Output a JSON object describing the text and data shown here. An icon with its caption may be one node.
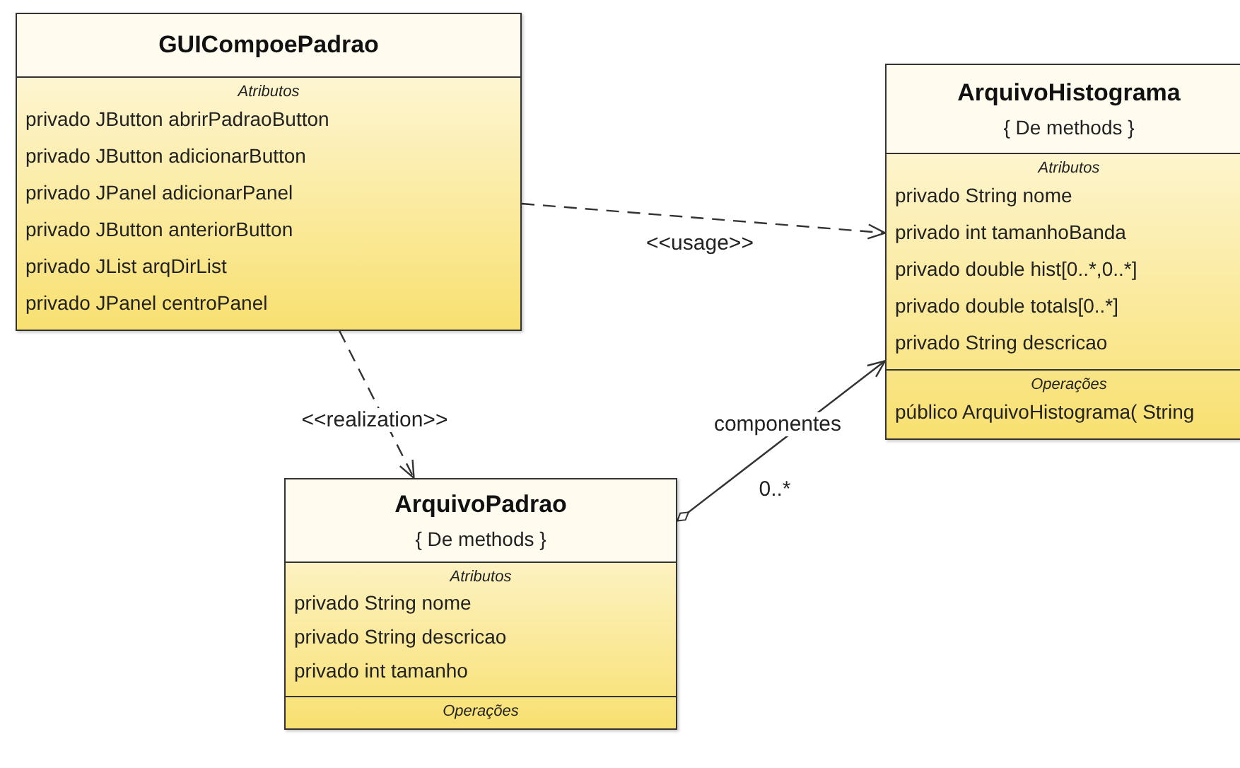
{
  "diagram": {
    "nodes": [
      {
        "text": [
          "GUICompoePadrao",
          "Atributos",
          "privado JButton abrirPadraoButton",
          "privado JButton adicionarButton",
          "privado JPanel adicionarPanel",
          "privado JButton anteriorButton",
          "privado JList arqDirList",
          "privado JPanel centroPanel"
        ]
      },
      {
        "text": [
          "ArquivoHistograma",
          "{ De methods }",
          "Atributos",
          "privado String nome",
          "privado int tamanhoBanda",
          "privado double hist[0..*,0..*]",
          "privado double totals[0..*]",
          "privado String descricao",
          "Operações",
          "público ArquivoHistograma( String"
        ]
      },
      {
        "text": [
          "ArquivoPadrao",
          "{ De methods }",
          "Atributos",
          "privado String nome",
          "privado String descricao",
          "privado int tamanho",
          "Operações"
        ]
      }
    ],
    "edges": [
      {
        "from": 0,
        "to": 1,
        "arrow": "to",
        "label": "<<usage>>",
        "style": "dashed"
      },
      {
        "from": 0,
        "to": 2,
        "arrow": "to",
        "label": "<<realization>>",
        "style": "dashed"
      },
      {
        "from": 2,
        "to": 1,
        "arrow": "to",
        "label": "componentes"
      }
    ],
    "labels": [
      "0..*"
    ]
  }
}
